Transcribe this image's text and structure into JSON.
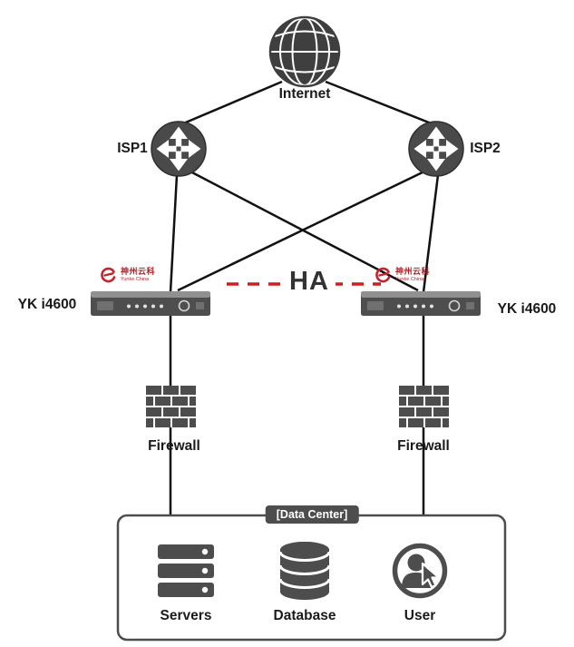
{
  "diagram": {
    "nodes": {
      "internet": {
        "label": "Internet"
      },
      "isp1": {
        "label": "ISP1"
      },
      "isp2": {
        "label": "ISP2"
      },
      "yk_left": {
        "label": "YK i4600"
      },
      "yk_right": {
        "label": "YK i4600"
      },
      "ha_link": {
        "label": "HA"
      },
      "firewall_left": {
        "label": "Firewall"
      },
      "firewall_right": {
        "label": "Firewall"
      },
      "data_center": {
        "label": "[Data Center]"
      },
      "servers": {
        "label": "Servers"
      },
      "database": {
        "label": "Database"
      },
      "user": {
        "label": "User"
      }
    },
    "vendor_logo": {
      "cn": "神州云科",
      "en": "Yunke China"
    },
    "edges": [
      "internet-isp1",
      "internet-isp2",
      "isp1-yk_left",
      "isp1-yk_right",
      "isp2-yk_right",
      "isp2-yk_left",
      "yk_left-firewall_left",
      "yk_right-firewall_right",
      "firewall_left-data_center",
      "firewall_right-data_center",
      "yk_left-yk_right (HA, dashed)"
    ],
    "colors": {
      "ha_red": "#cc2020",
      "logo_red": "#b01f24",
      "icon_gray": "#4d4d4d",
      "line_black": "#111111"
    }
  }
}
